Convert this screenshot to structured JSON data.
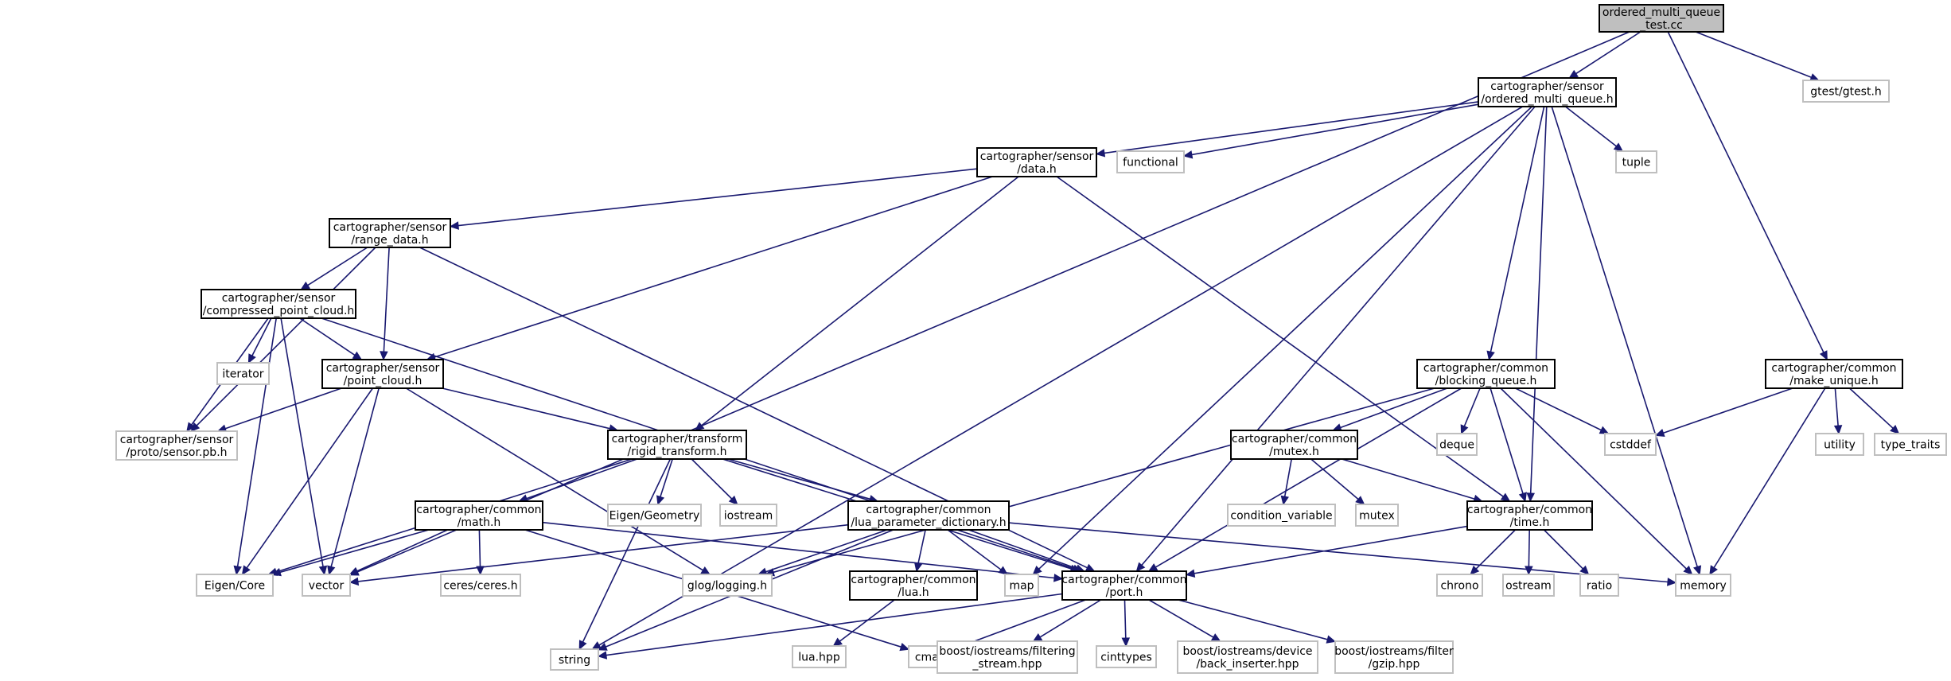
{
  "diagram": {
    "type": "include-dependency-graph",
    "colors": {
      "edge": "#191970",
      "root_fill": "#bfbfbf",
      "local_border": "#000000",
      "system_border": "#bfbfbf"
    },
    "nodes": [
      {
        "id": "root",
        "lines": [
          "ordered_multi_queue",
          "_test.cc"
        ],
        "kind": "root"
      },
      {
        "id": "omq",
        "lines": [
          "cartographer/sensor",
          "/ordered_multi_queue.h"
        ],
        "kind": "local"
      },
      {
        "id": "gtest",
        "lines": [
          "gtest/gtest.h"
        ],
        "kind": "system"
      },
      {
        "id": "data",
        "lines": [
          "cartographer/sensor",
          "/data.h"
        ],
        "kind": "local"
      },
      {
        "id": "functional",
        "lines": [
          "functional"
        ],
        "kind": "system"
      },
      {
        "id": "tuple",
        "lines": [
          "tuple"
        ],
        "kind": "system"
      },
      {
        "id": "range",
        "lines": [
          "cartographer/sensor",
          "/range_data.h"
        ],
        "kind": "local"
      },
      {
        "id": "cpc",
        "lines": [
          "cartographer/sensor",
          "/compressed_point_cloud.h"
        ],
        "kind": "local"
      },
      {
        "id": "pc",
        "lines": [
          "cartographer/sensor",
          "/point_cloud.h"
        ],
        "kind": "local"
      },
      {
        "id": "iterator",
        "lines": [
          "iterator"
        ],
        "kind": "system"
      },
      {
        "id": "proto",
        "lines": [
          "cartographer/sensor",
          "/proto/sensor.pb.h"
        ],
        "kind": "system"
      },
      {
        "id": "bq",
        "lines": [
          "cartographer/common",
          "/blocking_queue.h"
        ],
        "kind": "local"
      },
      {
        "id": "mu",
        "lines": [
          "cartographer/common",
          "/make_unique.h"
        ],
        "kind": "local"
      },
      {
        "id": "rt",
        "lines": [
          "cartographer/transform",
          "/rigid_transform.h"
        ],
        "kind": "local"
      },
      {
        "id": "deque",
        "lines": [
          "deque"
        ],
        "kind": "system"
      },
      {
        "id": "cstddef",
        "lines": [
          "cstddef"
        ],
        "kind": "system"
      },
      {
        "id": "utility",
        "lines": [
          "utility"
        ],
        "kind": "system"
      },
      {
        "id": "type_traits",
        "lines": [
          "type_traits"
        ],
        "kind": "system"
      },
      {
        "id": "mutex",
        "lines": [
          "cartographer/common",
          "/mutex.h"
        ],
        "kind": "local"
      },
      {
        "id": "eigen_geo",
        "lines": [
          "Eigen/Geometry"
        ],
        "kind": "system"
      },
      {
        "id": "iostream",
        "lines": [
          "iostream"
        ],
        "kind": "system"
      },
      {
        "id": "math",
        "lines": [
          "cartographer/common",
          "/math.h"
        ],
        "kind": "local"
      },
      {
        "id": "lpd",
        "lines": [
          "cartographer/common",
          "/lua_parameter_dictionary.h"
        ],
        "kind": "local"
      },
      {
        "id": "condvar",
        "lines": [
          "condition_variable"
        ],
        "kind": "system"
      },
      {
        "id": "mutex_sys",
        "lines": [
          "mutex"
        ],
        "kind": "system"
      },
      {
        "id": "time",
        "lines": [
          "cartographer/common",
          "/time.h"
        ],
        "kind": "local"
      },
      {
        "id": "eigen_core",
        "lines": [
          "Eigen/Core"
        ],
        "kind": "system"
      },
      {
        "id": "vector",
        "lines": [
          "vector"
        ],
        "kind": "system"
      },
      {
        "id": "ceres",
        "lines": [
          "ceres/ceres.h"
        ],
        "kind": "system"
      },
      {
        "id": "glog",
        "lines": [
          "glog/logging.h"
        ],
        "kind": "system"
      },
      {
        "id": "map",
        "lines": [
          "map"
        ],
        "kind": "system"
      },
      {
        "id": "port",
        "lines": [
          "cartographer/common",
          "/port.h"
        ],
        "kind": "local"
      },
      {
        "id": "luah",
        "lines": [
          "cartographer/common",
          "/lua.h"
        ],
        "kind": "local"
      },
      {
        "id": "memory",
        "lines": [
          "memory"
        ],
        "kind": "system"
      },
      {
        "id": "chrono",
        "lines": [
          "chrono"
        ],
        "kind": "system"
      },
      {
        "id": "ostream",
        "lines": [
          "ostream"
        ],
        "kind": "system"
      },
      {
        "id": "ratio",
        "lines": [
          "ratio"
        ],
        "kind": "system"
      },
      {
        "id": "string",
        "lines": [
          "string"
        ],
        "kind": "system"
      },
      {
        "id": "luahpp",
        "lines": [
          "lua.hpp"
        ],
        "kind": "system"
      },
      {
        "id": "cmath",
        "lines": [
          "cmath"
        ],
        "kind": "system"
      },
      {
        "id": "filtering",
        "lines": [
          "boost/iostreams/filtering",
          "_stream.hpp"
        ],
        "kind": "system"
      },
      {
        "id": "cinttypes",
        "lines": [
          "cinttypes"
        ],
        "kind": "system"
      },
      {
        "id": "backins",
        "lines": [
          "boost/iostreams/device",
          "/back_inserter.hpp"
        ],
        "kind": "system"
      },
      {
        "id": "gzip",
        "lines": [
          "boost/iostreams/filter",
          "/gzip.hpp"
        ],
        "kind": "system"
      }
    ],
    "edges": [
      [
        "root",
        "omq"
      ],
      [
        "root",
        "gtest"
      ],
      [
        "root",
        "mu"
      ],
      [
        "root",
        "vector"
      ],
      [
        "omq",
        "data"
      ],
      [
        "omq",
        "functional"
      ],
      [
        "omq",
        "tuple"
      ],
      [
        "omq",
        "bq"
      ],
      [
        "omq",
        "map"
      ],
      [
        "omq",
        "memory"
      ],
      [
        "omq",
        "port"
      ],
      [
        "omq",
        "string"
      ],
      [
        "omq",
        "time"
      ],
      [
        "data",
        "range"
      ],
      [
        "data",
        "pc"
      ],
      [
        "data",
        "rt"
      ],
      [
        "data",
        "time"
      ],
      [
        "range",
        "cpc"
      ],
      [
        "range",
        "pc"
      ],
      [
        "range",
        "proto"
      ],
      [
        "range",
        "port"
      ],
      [
        "cpc",
        "pc"
      ],
      [
        "cpc",
        "iterator"
      ],
      [
        "cpc",
        "proto"
      ],
      [
        "cpc",
        "eigen_core"
      ],
      [
        "cpc",
        "vector"
      ],
      [
        "cpc",
        "port"
      ],
      [
        "pc",
        "proto"
      ],
      [
        "pc",
        "rt"
      ],
      [
        "pc",
        "eigen_core"
      ],
      [
        "pc",
        "vector"
      ],
      [
        "pc",
        "glog"
      ],
      [
        "rt",
        "math"
      ],
      [
        "rt",
        "lpd"
      ],
      [
        "rt",
        "eigen_geo"
      ],
      [
        "rt",
        "iostream"
      ],
      [
        "rt",
        "eigen_core"
      ],
      [
        "rt",
        "string"
      ],
      [
        "rt",
        "port"
      ],
      [
        "math",
        "eigen_core"
      ],
      [
        "math",
        "vector"
      ],
      [
        "math",
        "ceres"
      ],
      [
        "math",
        "cmath"
      ],
      [
        "math",
        "port"
      ],
      [
        "lpd",
        "luah"
      ],
      [
        "lpd",
        "map"
      ],
      [
        "lpd",
        "glog"
      ],
      [
        "lpd",
        "port"
      ],
      [
        "lpd",
        "memory"
      ],
      [
        "lpd",
        "string"
      ],
      [
        "lpd",
        "vector"
      ],
      [
        "luah",
        "luahpp"
      ],
      [
        "bq",
        "mutex"
      ],
      [
        "bq",
        "deque"
      ],
      [
        "bq",
        "cstddef"
      ],
      [
        "bq",
        "time"
      ],
      [
        "bq",
        "memory"
      ],
      [
        "bq",
        "glog"
      ],
      [
        "bq",
        "port"
      ],
      [
        "mutex",
        "condvar"
      ],
      [
        "mutex",
        "mutex_sys"
      ],
      [
        "mutex",
        "time"
      ],
      [
        "mu",
        "cstddef"
      ],
      [
        "mu",
        "utility"
      ],
      [
        "mu",
        "type_traits"
      ],
      [
        "mu",
        "memory"
      ],
      [
        "time",
        "chrono"
      ],
      [
        "time",
        "ostream"
      ],
      [
        "time",
        "ratio"
      ],
      [
        "time",
        "port"
      ],
      [
        "port",
        "cinttypes"
      ],
      [
        "port",
        "cmath"
      ],
      [
        "port",
        "string"
      ],
      [
        "port",
        "filtering"
      ],
      [
        "port",
        "backins"
      ],
      [
        "port",
        "gzip"
      ]
    ]
  }
}
